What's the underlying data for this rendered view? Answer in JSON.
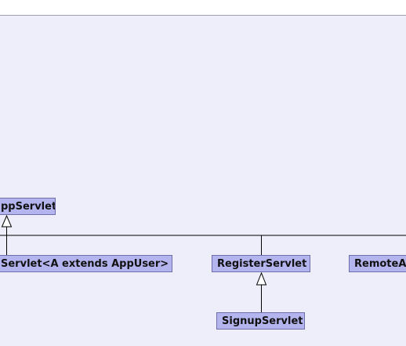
{
  "diagram": {
    "nodes": {
      "app_servlet": "ppServlet",
      "generic_servlet": "Servlet<A extends AppUser>",
      "register_servlet": "RegisterServlet",
      "remote_servlet": "RemoteA",
      "signup_servlet": "SignupServlet"
    },
    "edges": [
      {
        "from": "generic_servlet",
        "to": "app_servlet",
        "type": "inheritance"
      },
      {
        "from": "register_servlet",
        "to": "app_servlet",
        "type": "inheritance"
      },
      {
        "from": "remote_servlet",
        "to": "app_servlet",
        "type": "inheritance"
      },
      {
        "from": "signup_servlet",
        "to": "register_servlet",
        "type": "inheritance"
      }
    ],
    "colors": {
      "background": "#eeeefa",
      "node_fill": "#b4b4ee",
      "node_border": "#6e6eaa",
      "edge": "#000000"
    }
  }
}
